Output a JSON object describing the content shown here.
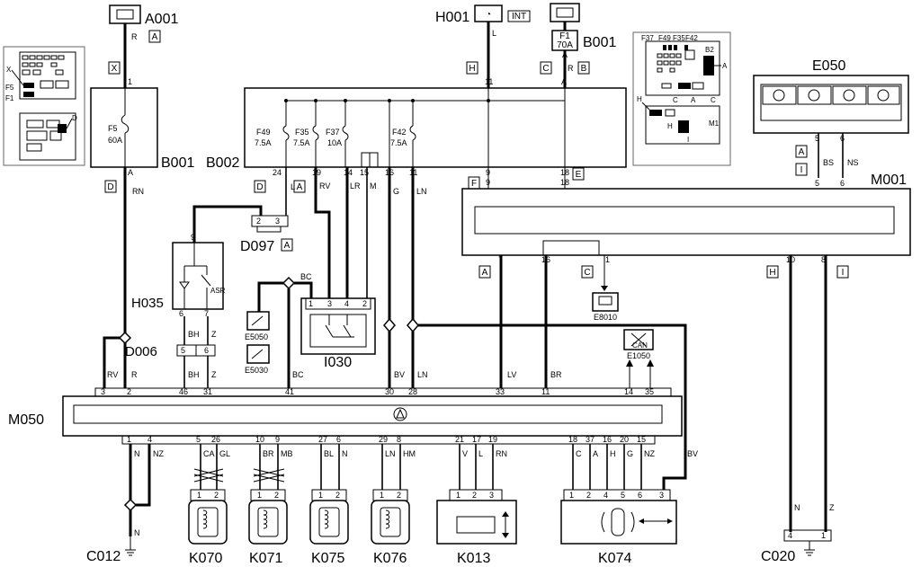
{
  "components": {
    "A001": "A001",
    "H001": "H001",
    "H001_int": "INT",
    "B001_top": "B001",
    "B001_left": "B001",
    "B002": "B002",
    "E050": "E050",
    "M001": "M001",
    "D097": "D097",
    "H035": "H035",
    "D006": "D006",
    "I030": "I030",
    "E5050": "E5050",
    "E5030": "E5030",
    "E8010": "E8010",
    "E1050": "E1050",
    "M050": "M050",
    "C012": "C012",
    "K070": "K070",
    "K071": "K071",
    "K075": "K075",
    "K076": "K076",
    "K013": "K013",
    "K074": "K074",
    "C020": "C020"
  },
  "fuses": {
    "f5": "F5",
    "f5_rating": "60A",
    "f1": "F1",
    "f1_rating": "70A",
    "f49": "F49",
    "f49_rating": "7.5A",
    "f35": "F35",
    "f35_rating": "7.5A",
    "f37": "F37",
    "f37_rating": "10A",
    "f42": "F42",
    "f42_rating": "7.5A"
  },
  "wire_codes": {
    "a001_r": "R",
    "b001_r": "R",
    "h001_l": "L",
    "rn": "RN",
    "l24": "L",
    "rv19": "RV",
    "lr14": "LR",
    "m15": "M",
    "g16": "G",
    "ln11": "LN",
    "bs": "BS",
    "ns": "NS",
    "bc": "BC",
    "bh1": "BH",
    "z1": "Z",
    "bh2": "BH",
    "z2": "Z",
    "rv3": "RV",
    "r2": "R",
    "bc41": "BC",
    "bv30": "BV",
    "ln28": "LN",
    "lv33": "LV",
    "br11": "BR",
    "n1": "N",
    "nz4": "NZ",
    "ca": "CA",
    "gl": "GL",
    "br10": "BR",
    "mb": "MB",
    "bl": "BL",
    "n6": "N",
    "ln29": "LN",
    "hm": "HM",
    "v": "V",
    "l17": "L",
    "rn19": "RN",
    "c18": "C",
    "a37": "A",
    "h16": "H",
    "g20": "G",
    "nz15": "NZ",
    "bv3": "BV",
    "n_c012": "N",
    "n_c020": "N",
    "z_c020": "Z"
  },
  "connectors": {
    "A": "A",
    "B": "B",
    "C": "C",
    "D": "D",
    "E": "E",
    "F": "F",
    "H": "H",
    "I": "I",
    "X": "X",
    "x_lbl": "X",
    "f5_lbl": "F5",
    "f1_lbl": "F1",
    "d_lbl": "D",
    "b2_lbl": "B2",
    "m1_lbl": "M1",
    "f37_lbl": "F37",
    "f49_lbl": "F49",
    "f35_lbl": "F35",
    "f42_lbl": "F42",
    "c_lbl": "C",
    "a_lbl": "A",
    "h_lbl": "H",
    "i_lbl": "I",
    "a_right": "A",
    "asr": "ASR",
    "can": "CAN"
  },
  "pins": {
    "p1": "1",
    "p2": "2",
    "p3": "3",
    "p4": "4",
    "p5": "5",
    "p6": "6",
    "p7": "7",
    "p8": "8",
    "p9": "9",
    "p10": "10",
    "p11": "11",
    "p14": "14",
    "p15": "15",
    "p16": "16",
    "p17": "17",
    "p18": "18",
    "p19": "19",
    "p20": "20",
    "p21": "21",
    "p24": "24",
    "p26": "26",
    "p27": "27",
    "p28": "28",
    "p29": "29",
    "p30": "30",
    "p31": "31",
    "p33": "33",
    "p35": "35",
    "p37": "37",
    "p41": "41",
    "p46": "46"
  }
}
